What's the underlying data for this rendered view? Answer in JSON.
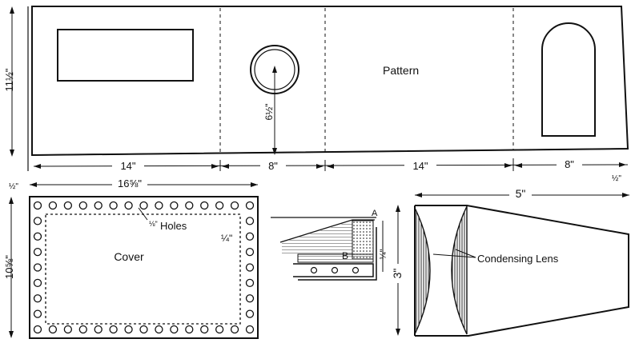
{
  "pattern": {
    "title": "Pattern",
    "dims": {
      "height": "11½\"",
      "hole_diameter": "6½\"",
      "panel1": "14\"",
      "panel2": "8\"",
      "panel3": "14\"",
      "panel4": "8\"",
      "left_tab": "½\"",
      "right_tab": "½\""
    }
  },
  "cover": {
    "title": "Cover",
    "holes_label": "Holes",
    "holes_fraction": "⅛\"",
    "width": "16⅝\"",
    "height": "10⅝\"",
    "side_margin": "¼\""
  },
  "detail": {
    "point_a": "A",
    "point_b": "B",
    "thickness": "¼\""
  },
  "lens": {
    "label": "Condensing Lens",
    "length": "5\"",
    "height": "3\""
  },
  "colors": {
    "ink": "#111111",
    "paper": "#ffffff"
  }
}
